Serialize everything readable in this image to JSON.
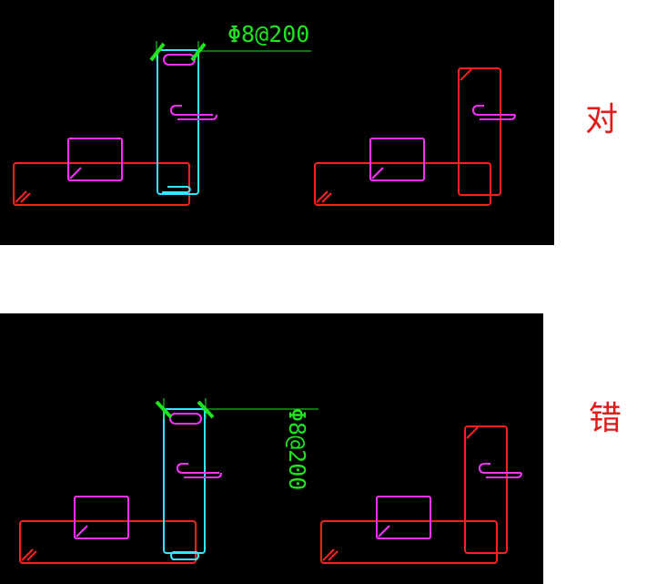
{
  "top": {
    "dimension_label": "Φ8@200",
    "verdict": "对"
  },
  "bottom": {
    "dimension_label": "Φ8@200",
    "verdict": "错"
  },
  "colors": {
    "background": "#000000",
    "outer_stirrup": "#ff2020",
    "inner_stirrup": "#ff30ff",
    "vertical_stirrup": "#30e8ff",
    "dimension": "#1ee61e",
    "verdict_text": "#e11b1b"
  }
}
